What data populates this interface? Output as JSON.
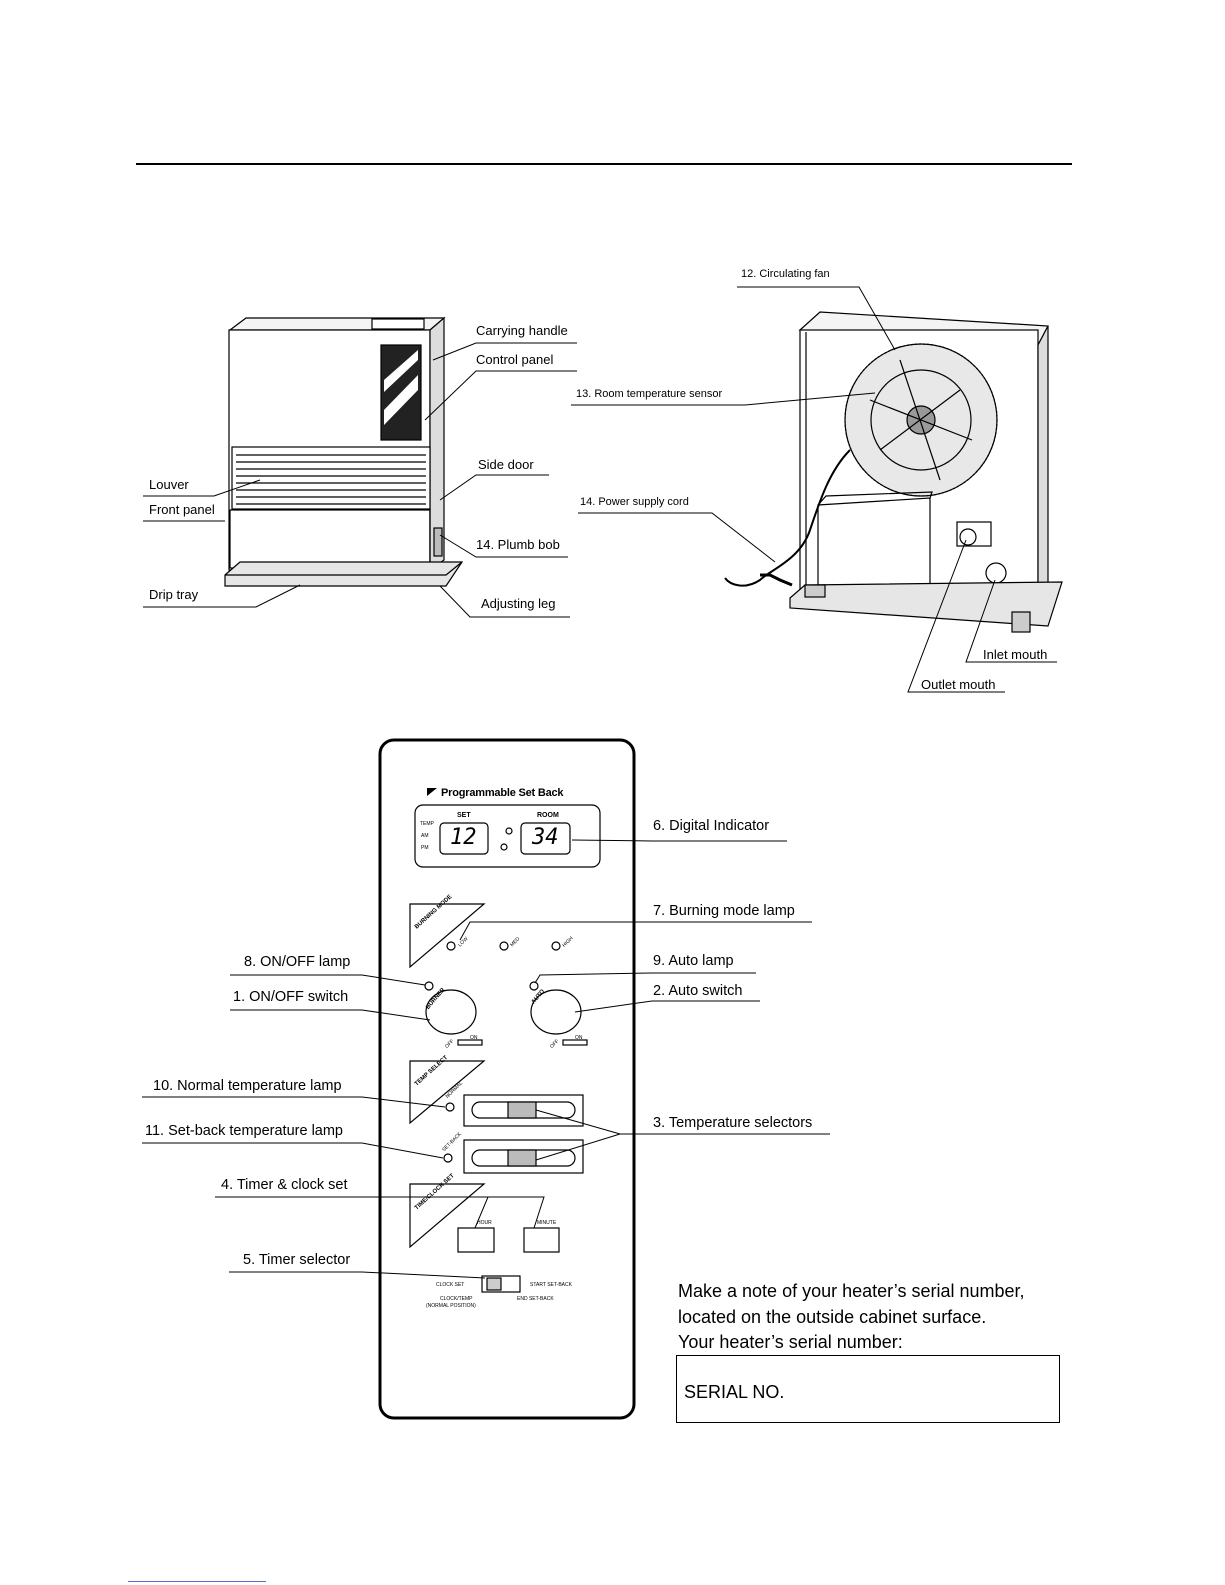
{
  "front_labels": {
    "carrying_handle": "Carrying handle",
    "control_panel": "Control panel",
    "side_door": "Side door",
    "louver": "Louver",
    "front_panel": "Front panel",
    "plumb_bob": "14. Plumb bob",
    "drip_tray": "Drip tray",
    "adjusting_leg": "Adjusting leg"
  },
  "rear_labels": {
    "circulating_fan": "12. Circulating fan",
    "room_temp_sensor": "13. Room temperature sensor",
    "power_supply_cord": "14. Power supply cord",
    "inlet_mouth": "Inlet mouth",
    "outlet_mouth": "Outlet mouth"
  },
  "control_panel": {
    "title": "Programmable Set Back",
    "set_label": "SET",
    "room_label": "ROOM",
    "temp_label": "TEMP",
    "am_label": "AM",
    "pm_label": "PM",
    "set_value": "12",
    "room_value": "34",
    "burning_mode": "BURNING MODE",
    "low": "LOW",
    "med": "MED",
    "high": "HIGH",
    "burner": "BURNER",
    "auto": "AUTO",
    "off": "OFF",
    "on": "ON",
    "temp_select": "TEMP SELECT",
    "normal": "NORMAL",
    "set_back": "SET-BACK",
    "time_clock_set": "TIME/CLOCK SET",
    "hour": "HOUR",
    "minute": "MINUTE",
    "clock_set": "CLOCK SET",
    "start_set_back": "START SET-BACK",
    "clock_temp": "CLOCK/TEMP",
    "normal_position": "(NORMAL POSITION)",
    "end_set_back": "END SET-BACK"
  },
  "callouts": {
    "digital_indicator": "6. Digital Indicator",
    "burning_mode_lamp": "7. Burning mode lamp",
    "on_off_lamp": "8. ON/OFF lamp",
    "auto_lamp": "9. Auto lamp",
    "on_off_switch": "1. ON/OFF switch",
    "auto_switch": "2. Auto switch",
    "normal_temp_lamp": "10. Normal temperature lamp",
    "temp_selectors": "3. Temperature selectors",
    "setback_temp_lamp": "11. Set-back temperature lamp",
    "timer_clock_set": "4. Timer & clock set",
    "timer_selector": "5. Timer selector"
  },
  "note": {
    "line1": "Make a note of your heater’s serial number,",
    "line2": "located on the outside cabinet surface.",
    "line3": "Your heater’s serial number:",
    "serial_label": "SERIAL NO."
  }
}
